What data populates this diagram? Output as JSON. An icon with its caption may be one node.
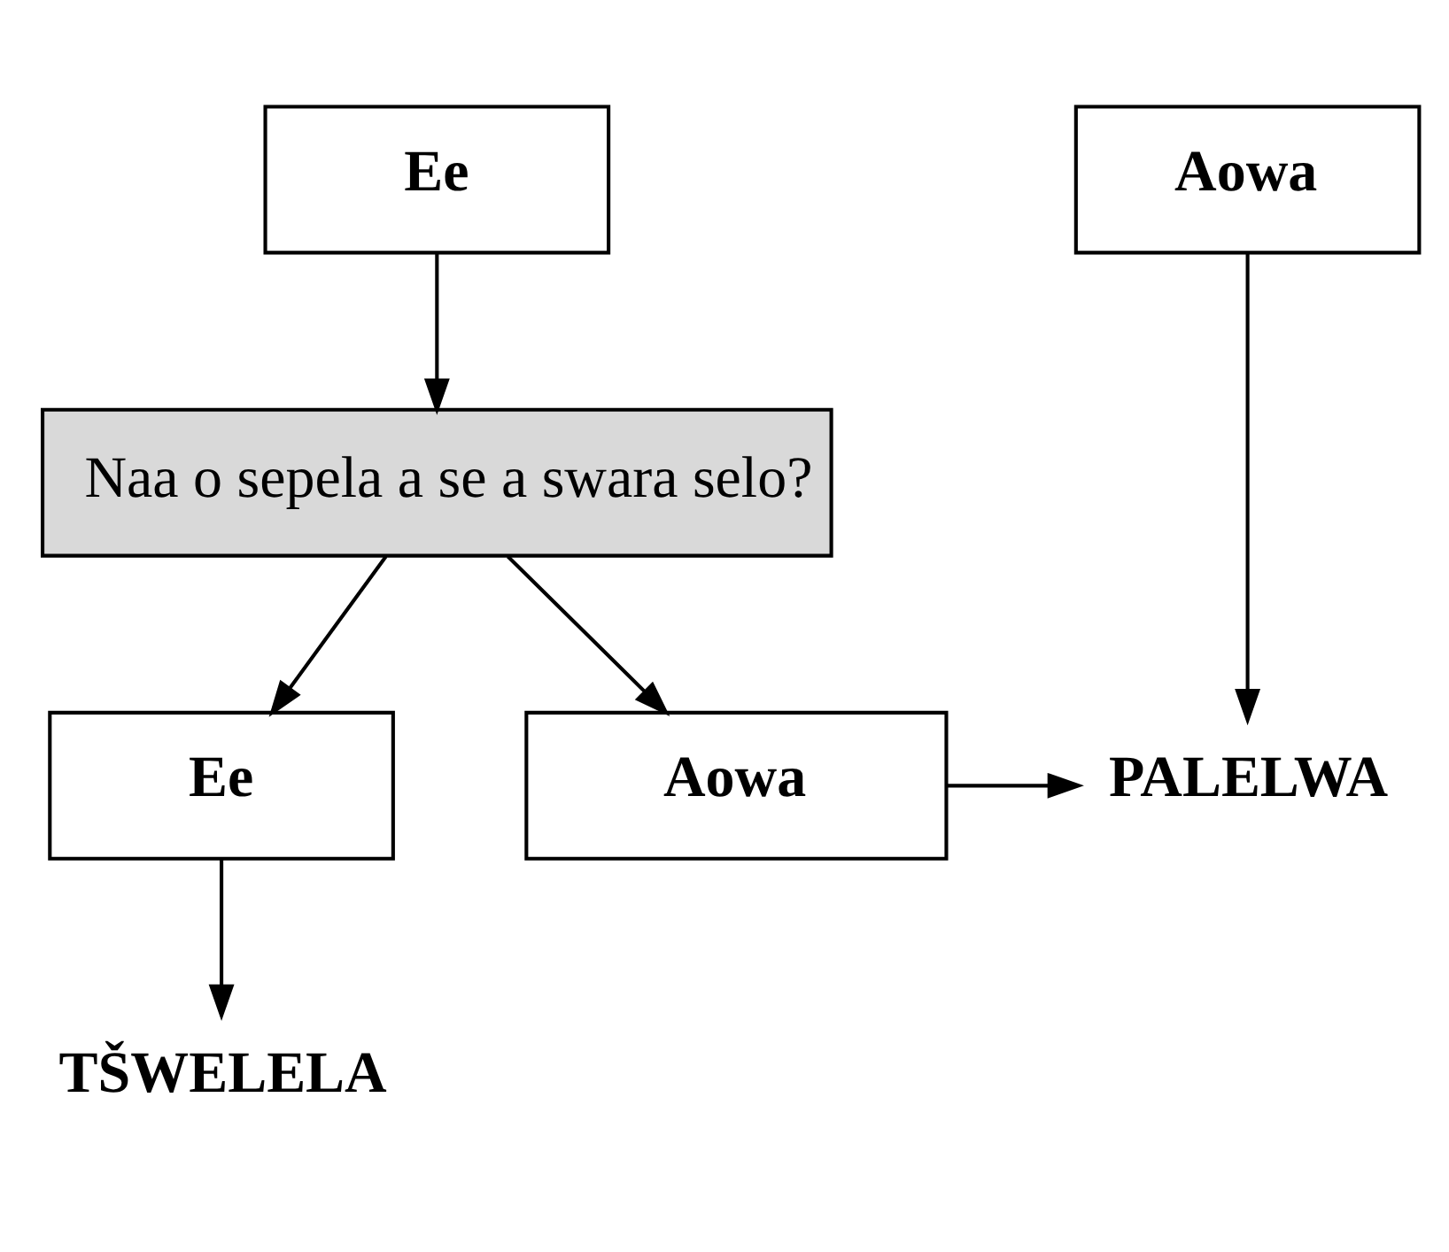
{
  "diagram": {
    "nodes": [
      {
        "text": [
          "Ee"
        ]
      },
      {
        "text": [
          "Aowa"
        ]
      },
      {
        "text": [
          "Naa o sepela a se a swara selo?"
        ]
      },
      {
        "text": [
          "Ee"
        ]
      },
      {
        "text": [
          "Aowa"
        ]
      },
      {
        "text": [
          "PALELWA"
        ]
      },
      {
        "text": [
          "TŠWELELA"
        ]
      }
    ],
    "edges": [
      {
        "from": 0,
        "to": 2,
        "arrow": "to"
      },
      {
        "from": 2,
        "to": 3,
        "arrow": "to"
      },
      {
        "from": 2,
        "to": 4,
        "arrow": "to"
      },
      {
        "from": 4,
        "to": 5,
        "arrow": "to"
      },
      {
        "from": 1,
        "to": 5,
        "arrow": "to"
      },
      {
        "from": 3,
        "to": 6,
        "arrow": "to"
      }
    ]
  }
}
